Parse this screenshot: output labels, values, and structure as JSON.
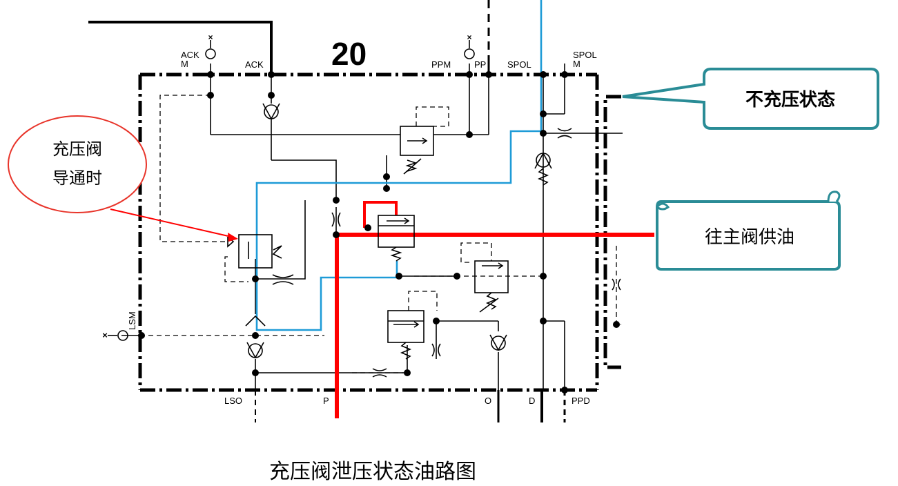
{
  "block_number": "20",
  "ports": {
    "ackm": "ACK\nM",
    "ack": "ACK",
    "ppm": "PPM",
    "pp": "PP",
    "spol": "SPOL",
    "spolm": "SPOL\nM",
    "lsm": "LSM",
    "lso": "LSO",
    "p": "P",
    "o": "O",
    "d": "D",
    "ppd": "PPD"
  },
  "callouts": {
    "state": "不充压状态",
    "charging_valve_line1": "充压阀",
    "charging_valve_line2": "导通时",
    "main_valve_supply": "往主阀供油"
  },
  "caption": "充压阀泄压状态油路图",
  "colors": {
    "main_supply_path": "#ff0000",
    "pilot_path": "#1e9bd7",
    "callout_border": "#2a8c96",
    "ellipse_border": "#e8342a",
    "lines": "#000000"
  }
}
